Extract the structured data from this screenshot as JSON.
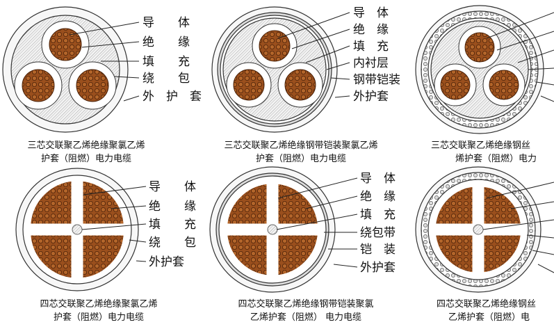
{
  "panels": [
    {
      "id": "three-core-pvc",
      "labels": [
        "导　　体",
        "绝　　缘",
        "填　　充",
        "绕　　包",
        "外　护　套"
      ],
      "caption": [
        "三芯交联聚乙烯绝缘聚氯乙烯",
        "护套（阻燃）电力电缆"
      ]
    },
    {
      "id": "three-core-steel-tape",
      "labels": [
        "导　体",
        "绝　缘",
        "填　充",
        "内衬层",
        "钢带铠装",
        "外护套"
      ],
      "caption": [
        "三芯交联聚乙烯绝缘钢带铠装聚氯乙烯",
        "护套（阻燃）电力电缆"
      ]
    },
    {
      "id": "three-core-steel-wire",
      "labels": [],
      "caption": [
        "三芯交联聚乙烯绝缘钢丝",
        "烯护套（阻燃）电力"
      ]
    },
    {
      "id": "four-core-pvc",
      "labels": [
        "导　　体",
        "绝　　缘",
        "填　　充",
        "绕　　包",
        "外护套"
      ],
      "caption": [
        "四芯交联聚乙烯绝缘聚氯乙烯",
        "护套（阻燃）电力电缆"
      ]
    },
    {
      "id": "four-core-steel-tape",
      "labels": [
        "导　体",
        "绝　缘",
        "填　充",
        "绕包带",
        "铠　装",
        "外护套"
      ],
      "caption": [
        "四芯交联聚乙烯绝缘钢带铠装聚氯",
        "乙烯护套（阻燃） 电力电缆"
      ]
    },
    {
      "id": "four-core-steel-wire",
      "labels": [],
      "caption": [
        "四芯交联聚乙烯绝缘钢丝",
        "乙烯护套（阻燃）电"
      ]
    }
  ],
  "colors": {
    "conductor": "#9a4f1d",
    "conductor_dark": "#5a2a0c",
    "insulation": "#ffffff",
    "outline": "#333333"
  }
}
